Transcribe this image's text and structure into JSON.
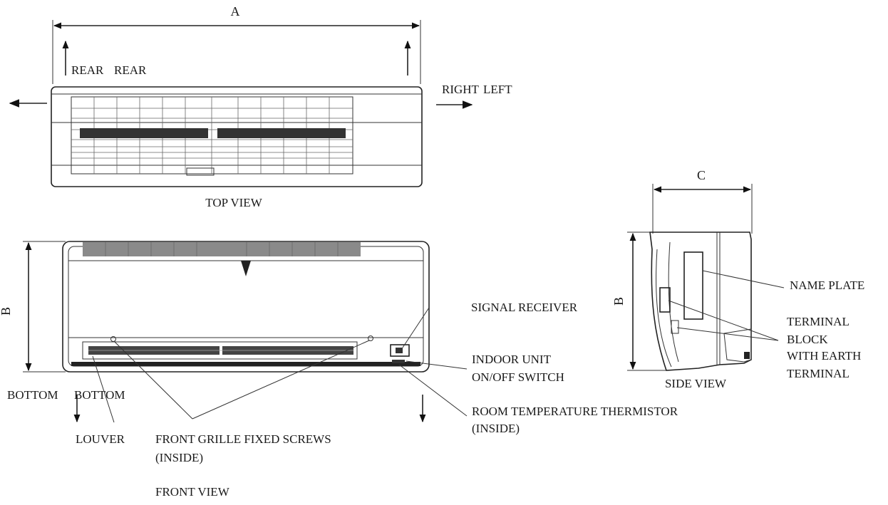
{
  "labels": {
    "dim_a": "A",
    "dim_b_front": "B",
    "dim_b_side": "B",
    "dim_c": "C",
    "rear_left": "REAR",
    "rear_right": "REAR",
    "right": "RIGHT",
    "left": "LEFT",
    "top_view": "TOP VIEW",
    "bottom_left": "BOTTOM",
    "bottom_right": "BOTTOM",
    "louver": "LOUVER",
    "front_grille_line1": "FRONT GRILLE FIXED SCREWS",
    "front_grille_line2": "(INSIDE)",
    "front_view": "FRONT VIEW",
    "signal_receiver": "SIGNAL RECEIVER",
    "indoor_unit_line1": "INDOOR UNIT",
    "indoor_unit_line2": "ON/OFF SWITCH",
    "room_temp_line1": "ROOM TEMPERATURE THERMISTOR",
    "room_temp_line2": "(INSIDE)",
    "name_plate": "NAME PLATE",
    "terminal_line1": "TERMINAL",
    "terminal_line2": "BLOCK",
    "terminal_line3": "WITH EARTH",
    "terminal_line4": "TERMINAL",
    "side_view": "SIDE VIEW"
  }
}
